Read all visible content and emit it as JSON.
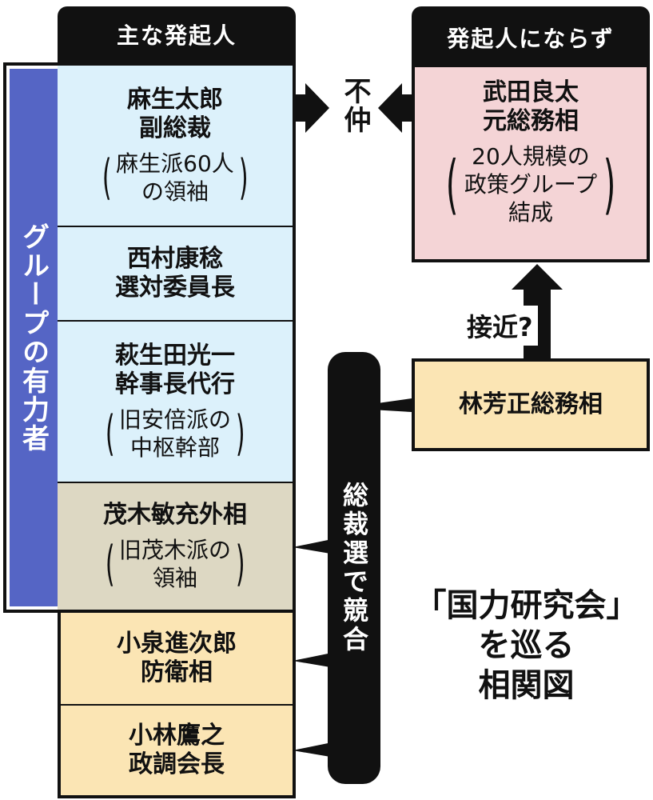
{
  "headers": {
    "left": "主な発起人",
    "right": "発起人にならず"
  },
  "band_label": "グループの有力者",
  "people": {
    "aso": {
      "name": "麻生太郎",
      "title": "副総裁",
      "note1": "麻生派60人",
      "note2": "の領袖"
    },
    "nishimura": {
      "name": "西村康稔",
      "title": "選対委員長"
    },
    "hagiuda": {
      "name": "萩生田光一",
      "title": "幹事長代行",
      "note1": "旧安倍派の",
      "note2": "中枢幹部"
    },
    "motegi": {
      "name": "茂木敏充外相",
      "note1": "旧茂木派の",
      "note2": "領袖"
    },
    "koizumi": {
      "name": "小泉進次郎",
      "title": "防衛相"
    },
    "kobayashi": {
      "name": "小林鷹之",
      "title": "政調会長"
    },
    "takeda": {
      "name": "武田良太",
      "title": "元総務相",
      "note1": "20人規模の",
      "note2": "政策グループ",
      "note3": "結成"
    },
    "hayashi": {
      "name": "林芳正総務相"
    }
  },
  "relations": {
    "fuchu": "不仲",
    "sekkin": "接近?",
    "kyogo": "総裁選で競合"
  },
  "caption": {
    "line1": "「国力研究会」",
    "line2": "を巡る",
    "line3": "相関図"
  },
  "colors": {
    "band": "#5565c5",
    "blue": "#dcf1fb",
    "tan": "#ddd8c3",
    "orange": "#fbe5b4",
    "pink": "#f4d4d6"
  }
}
